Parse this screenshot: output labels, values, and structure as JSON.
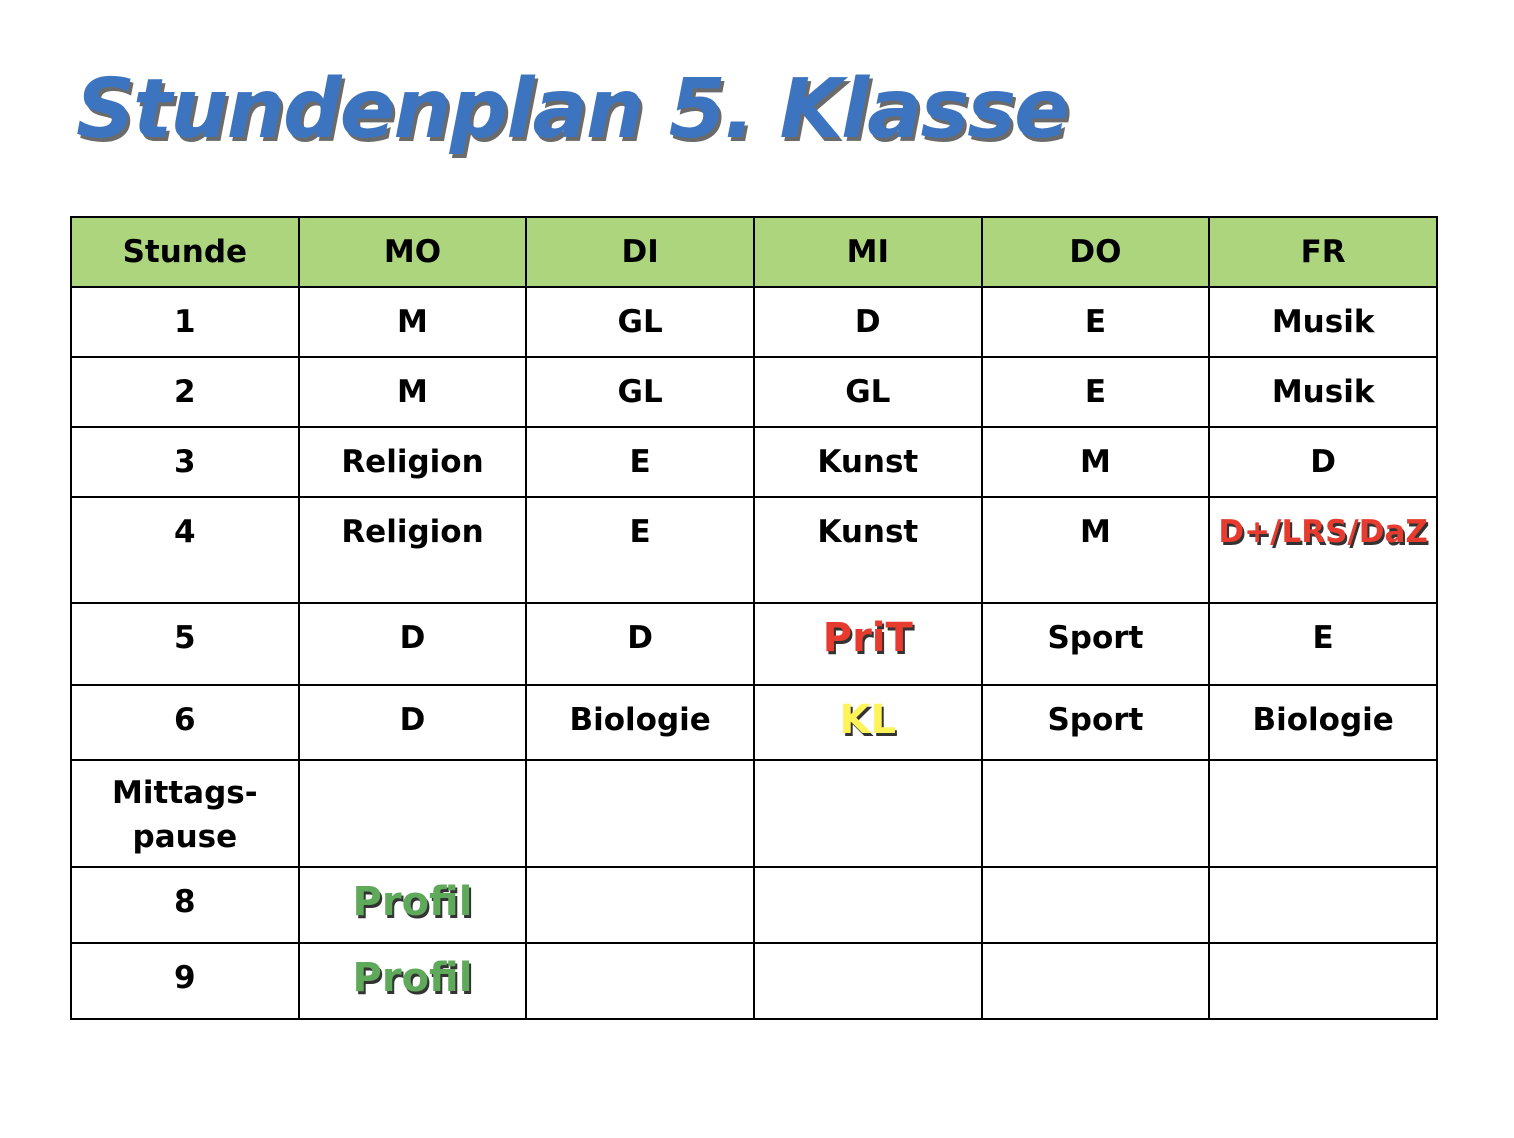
{
  "title": "Stundenplan 5. Klasse",
  "colors": {
    "title": "#3d74c0",
    "header_bg": "#acd57e",
    "red": "#e63b2e",
    "yellow": "#fff35a",
    "green": "#5faa5a"
  },
  "headers": [
    "Stunde",
    "MO",
    "DI",
    "MI",
    "DO",
    "FR"
  ],
  "rows": [
    {
      "cells": [
        "1",
        "M",
        "GL",
        "D",
        "E",
        "Musik"
      ]
    },
    {
      "cells": [
        "2",
        "M",
        "GL",
        "GL",
        "E",
        "Musik"
      ]
    },
    {
      "cells": [
        "3",
        "Religion",
        "E",
        "Kunst",
        "M",
        "D"
      ]
    },
    {
      "cells": [
        "4",
        "Religion",
        "E",
        "Kunst",
        "M",
        "D+/LRS/DaZ"
      ]
    },
    {
      "cells": [
        "5",
        "D",
        "D",
        "PriT",
        "Sport",
        "E"
      ]
    },
    {
      "cells": [
        "6",
        "D",
        "Biologie",
        "KL",
        "Sport",
        "Biologie"
      ]
    },
    {
      "cells": [
        "Mittags-pause",
        "",
        "",
        "",
        "",
        ""
      ]
    },
    {
      "cells": [
        "8",
        "Profil",
        "",
        "",
        "",
        ""
      ]
    },
    {
      "cells": [
        "9",
        "Profil",
        "",
        "",
        "",
        ""
      ]
    }
  ]
}
